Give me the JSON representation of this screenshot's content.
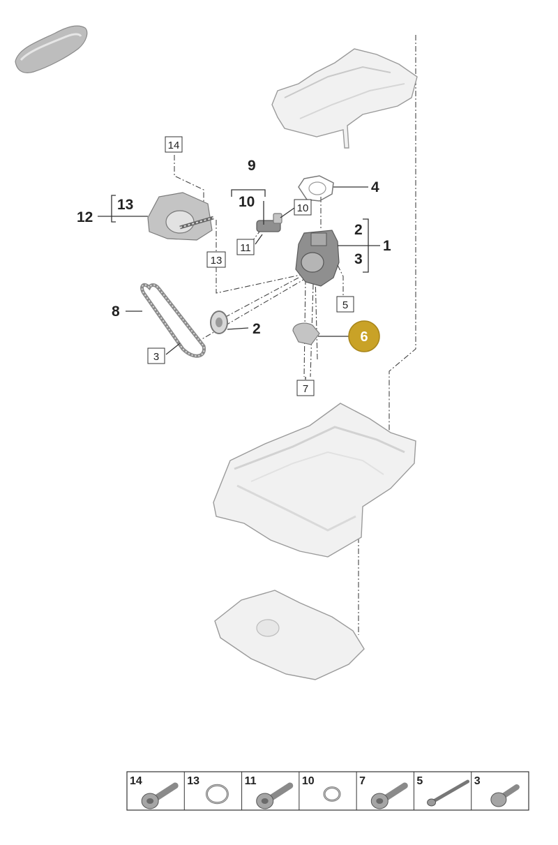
{
  "callouts": {
    "c1": "1",
    "c2a": "2",
    "c2b": "2",
    "c3a": "3",
    "c4": "4",
    "c6": "6",
    "c8": "8",
    "c9": "9",
    "c10": "10",
    "c12": "12",
    "c13": "13"
  },
  "boxed": {
    "b14": "14",
    "b10": "10",
    "b11": "11",
    "b13": "13",
    "b5": "5",
    "b3": "3",
    "b7": "7"
  },
  "highlight_color": "#c9a227",
  "parts_table": {
    "cells": [
      {
        "label": "14",
        "icon": "bolt-icon"
      },
      {
        "label": "13",
        "icon": "o-ring-icon"
      },
      {
        "label": "11",
        "icon": "bolt-icon"
      },
      {
        "label": "10",
        "icon": "o-ring-icon"
      },
      {
        "label": "7",
        "icon": "bolt-icon"
      },
      {
        "label": "5",
        "icon": "long-bolt-icon"
      },
      {
        "label": "3",
        "icon": "short-bolt-icon"
      }
    ]
  }
}
